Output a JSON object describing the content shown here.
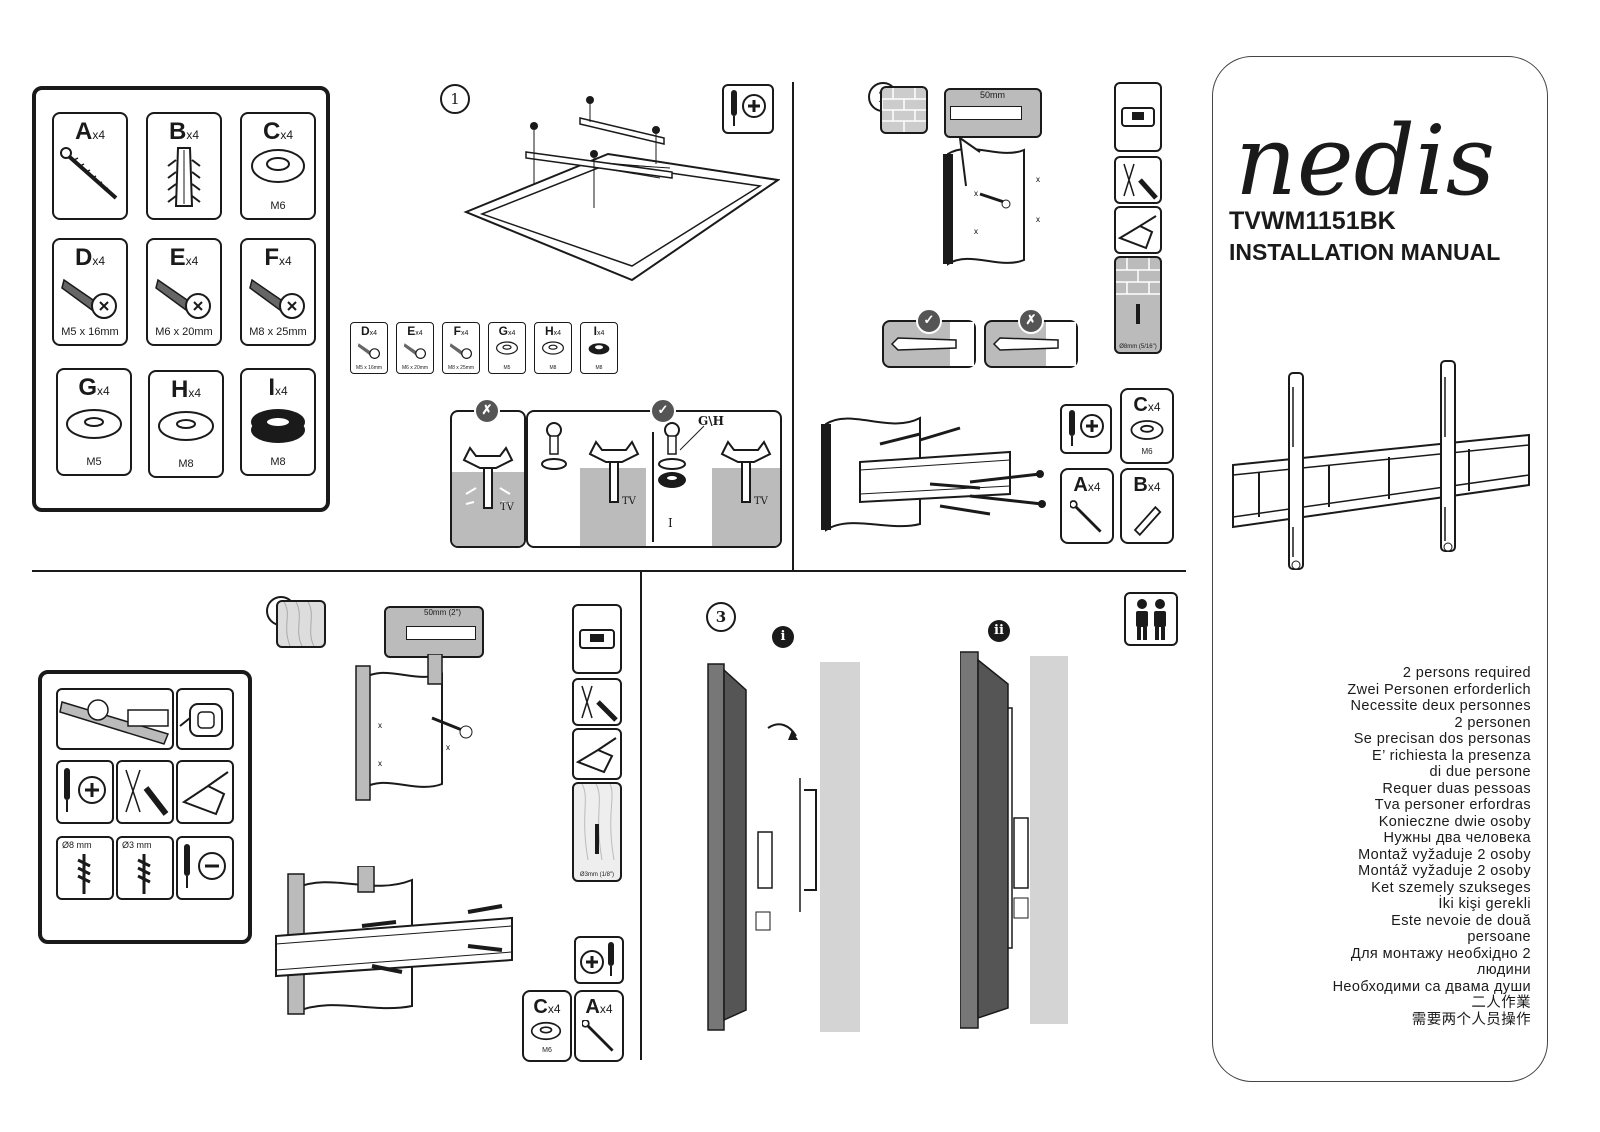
{
  "brand": {
    "logo_text": "nedis"
  },
  "header": {
    "model": "TVWM1151BK",
    "title": "INSTALLATION MANUAL"
  },
  "parts": [
    {
      "letter": "A",
      "qty": "x4",
      "size": "",
      "icon": "wood-screw-icon"
    },
    {
      "letter": "B",
      "qty": "x4",
      "size": "",
      "icon": "wall-plug-icon"
    },
    {
      "letter": "C",
      "qty": "x4",
      "size": "M6",
      "icon": "washer-icon"
    },
    {
      "letter": "D",
      "qty": "x4",
      "size": "M5 x 16mm",
      "icon": "bolt-icon"
    },
    {
      "letter": "E",
      "qty": "x4",
      "size": "M6 x 20mm",
      "icon": "bolt-icon"
    },
    {
      "letter": "F",
      "qty": "x4",
      "size": "M8 x 25mm",
      "icon": "bolt-icon"
    },
    {
      "letter": "G",
      "qty": "x4",
      "size": "M5",
      "icon": "washer-icon"
    },
    {
      "letter": "H",
      "qty": "x4",
      "size": "M8",
      "icon": "washer-icon"
    },
    {
      "letter": "I",
      "qty": "x4",
      "size": "M8",
      "icon": "spacer-icon"
    }
  ],
  "steps": {
    "s1": "1",
    "s2_wall": "2",
    "s2_wood": "2",
    "s3": "3",
    "sub_i": "i",
    "sub_ii": "ii"
  },
  "labels": {
    "tv": "TV",
    "gh": "G\\H",
    "i_label": "I",
    "drill_depth_concrete": "50mm",
    "drill_depth_wood": "50mm (2\")",
    "drill_bit_concrete": "Ø8mm (5/16\")",
    "drill_bit_wood": "Ø3mm (1/8\")",
    "tool_drill_8": "Ø8 mm",
    "tool_drill_3": "Ø3 mm",
    "c_part": "C",
    "c_qty": "x4",
    "c_size": "M6",
    "a_part": "A",
    "a_qty": "x4",
    "b_part": "B",
    "b_qty": "x4"
  },
  "persons_required": [
    "2 persons required",
    "Zwei Personen erforderlich",
    "Necessite deux personnes",
    "2 personen",
    "Se precisan dos personas",
    "E’ richiesta la presenza",
    "di due persone",
    "Requer duas pessoas",
    "Tva personer erfordras",
    "Konieczne dwie osoby",
    "Нужны два человека",
    "Montaž vyžaduje 2 osoby",
    "Montáž vyžaduje 2 osoby",
    "Ket szemely szukseges",
    "İki kişi gerekli",
    "Este nevoie de două",
    "persoane",
    "Для монтажу необхідно 2",
    "людини",
    "Необходими са двама души",
    "二人作業",
    "需要两个人员操作"
  ]
}
